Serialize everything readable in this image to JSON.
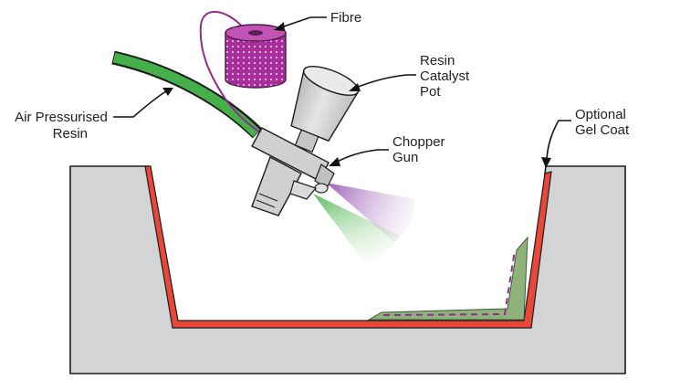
{
  "labels": {
    "fibre": "Fibre",
    "resin_catalyst_pot": [
      "Resin",
      "Catalyst",
      "Pot"
    ],
    "air_pressurised_resin": [
      "Air Pressurised",
      "Resin"
    ],
    "chopper_gun": [
      "Chopper",
      "Gun"
    ],
    "optional_gel_coat": [
      "Optional",
      "Gel Coat"
    ]
  },
  "colors": {
    "mould": "#d3d4d6",
    "mould_outline": "#1c1c1c",
    "gel_coat": "#e8473a",
    "laminate": "#8fb27c",
    "fibre_spool": "#a62f9a",
    "fibre_strand": "#8e2e8c",
    "hose": "#45b04a",
    "gun_body": "#cfd0d2",
    "spray_fibre": "#9a5bb3",
    "spray_resin": "#5cc15a"
  },
  "icons": {
    "fibre_spool": "fibre-spool-icon",
    "gun": "chopper-gun-icon",
    "pot": "resin-pot-icon"
  }
}
